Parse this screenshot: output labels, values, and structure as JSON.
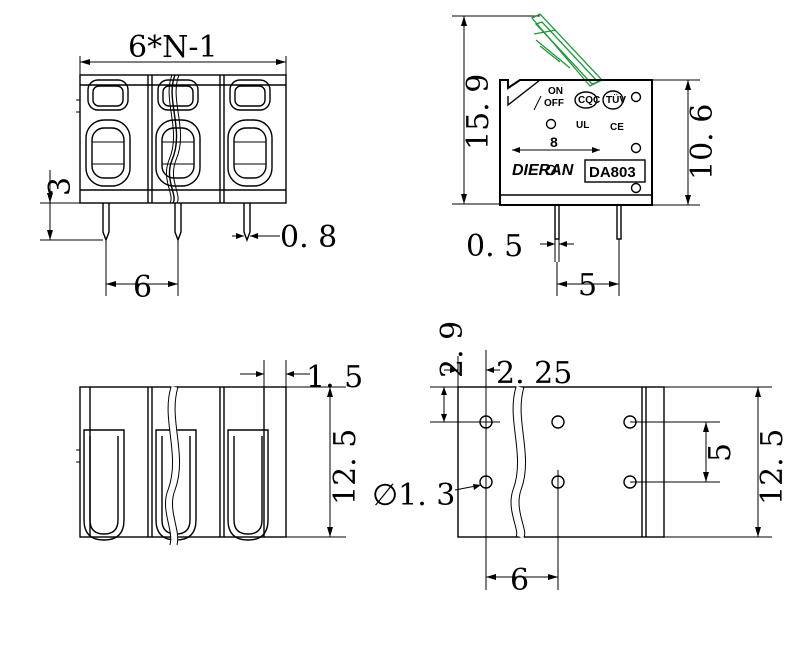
{
  "front_view": {
    "pitch_total_label": "6*N-1",
    "height_label": "3",
    "pin_width_label": "0. 8",
    "pitch_label": "6"
  },
  "side_view": {
    "height_label": "15. 9",
    "body_height_label": "10. 6",
    "pin_thickness_label": "0. 5",
    "pin_spacing_label": "5",
    "strip_length_label": "8",
    "brand_label": "DIERAN",
    "model_label": "DA803",
    "on_label": "ON",
    "off_label": "OFF",
    "cert_cqc": "CQC",
    "cert_tuv": "TÜV",
    "cert_ce": "CE",
    "cert_ul": "UL"
  },
  "bottom_view": {
    "offset_label": "1. 5",
    "depth_label": "12. 5"
  },
  "footprint_view": {
    "hole_offset_y_label": "2. 9",
    "hole_offset_x_label": "2. 25",
    "hole_diameter_label": "∅1. 3",
    "hole_row_spacing_label": "5",
    "depth_label": "12. 5",
    "pitch_label": "6"
  }
}
